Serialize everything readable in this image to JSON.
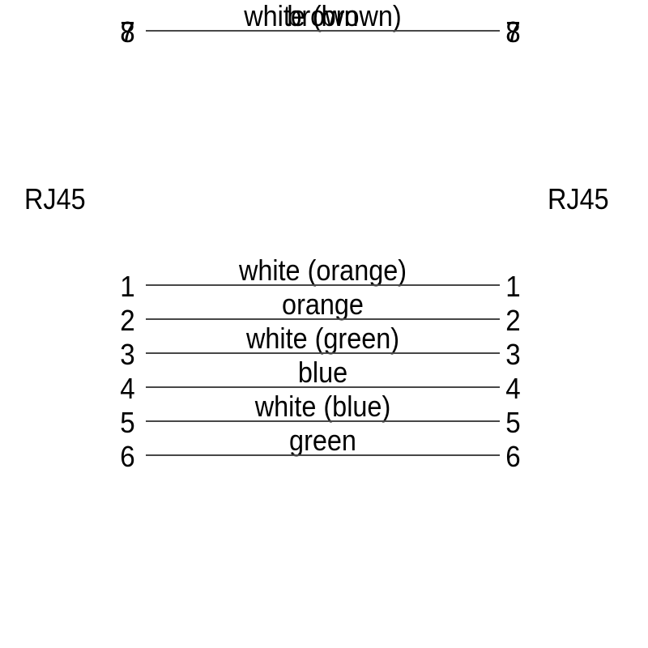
{
  "diagram": {
    "left_connector": "RJ45",
    "right_connector": "RJ45",
    "wires": [
      {
        "pin": "1",
        "color": "white (orange)"
      },
      {
        "pin": "2",
        "color": "orange"
      },
      {
        "pin": "3",
        "color": "white (green)"
      },
      {
        "pin": "4",
        "color": "blue"
      },
      {
        "pin": "5",
        "color": "white (blue)"
      },
      {
        "pin": "6",
        "color": "green"
      },
      {
        "pin": "7",
        "color": "white (brown)"
      },
      {
        "pin": "8",
        "color": "brown"
      }
    ],
    "colors": {
      "background": "#ffffff",
      "text": "#000000",
      "wire_line": "#474747"
    }
  }
}
